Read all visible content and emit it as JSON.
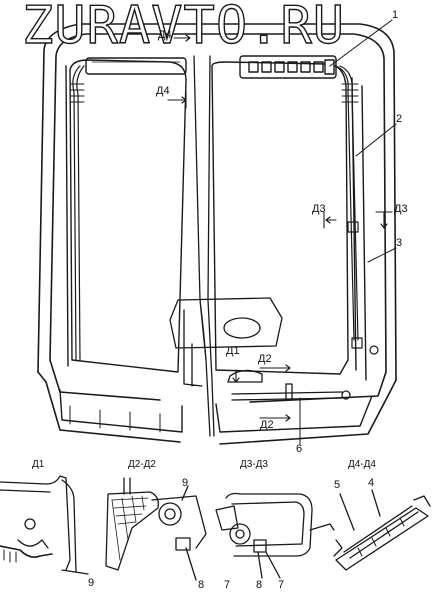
{
  "watermark": "ZURAVTO.RU",
  "callouts": [
    "1",
    "2",
    "3",
    "4",
    "5",
    "6",
    "7",
    "8",
    "9"
  ],
  "section_marks": {
    "d4_top": "Д4",
    "d4_left": "Д4",
    "d3_left": "Д3",
    "d3_right": "Д3",
    "d1": "Д1",
    "d2_top": "Д2",
    "d2_bottom": "Д2"
  },
  "view_titles": {
    "d1": "Д1",
    "d2": "Д2-Д2",
    "d3": "Д3-Д3",
    "d4": "Д4-Д4"
  },
  "detail_callouts": {
    "d1_9": "9",
    "d2_9": "9",
    "d2_8": "8",
    "d2_7": "7",
    "d3_8": "8",
    "d3_7": "7",
    "d4_5": "5",
    "d4_4": "4"
  }
}
